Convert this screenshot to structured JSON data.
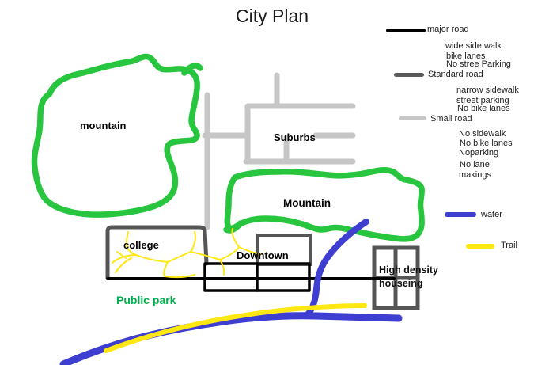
{
  "title": "City Plan",
  "colors": {
    "green": "#28c63e",
    "blue": "#3e3ed0",
    "yellow": "#ffe711",
    "road_major": "#000000",
    "road_standard": "#5a5a5a",
    "road_small": "#c6c6c6",
    "box_stroke": "#555555",
    "park_text": "#00b04e"
  },
  "legend": {
    "items": [
      {
        "label": "major road",
        "notes": [
          "wide side walk",
          "bike lanes",
          "No stree Parking"
        ]
      },
      {
        "label": "Standard road",
        "notes": [
          "narrow sidewalk",
          "street parking",
          "No bike lanes"
        ]
      },
      {
        "label": "Small road",
        "notes": [
          "No sidewalk",
          "No bike lanes",
          "Noparking",
          "No lane",
          "makings"
        ]
      },
      {
        "label": "water",
        "notes": []
      },
      {
        "label": "Trail",
        "notes": []
      }
    ]
  },
  "map": {
    "labels": {
      "mountain_west": "mountain",
      "suburbs": "Suburbs",
      "mountain_central": "Mountain",
      "college": "college",
      "downtown": "Downtown",
      "high_density_line1": "High density",
      "high_density_line2": "houseing",
      "public_park": "Public park"
    }
  }
}
